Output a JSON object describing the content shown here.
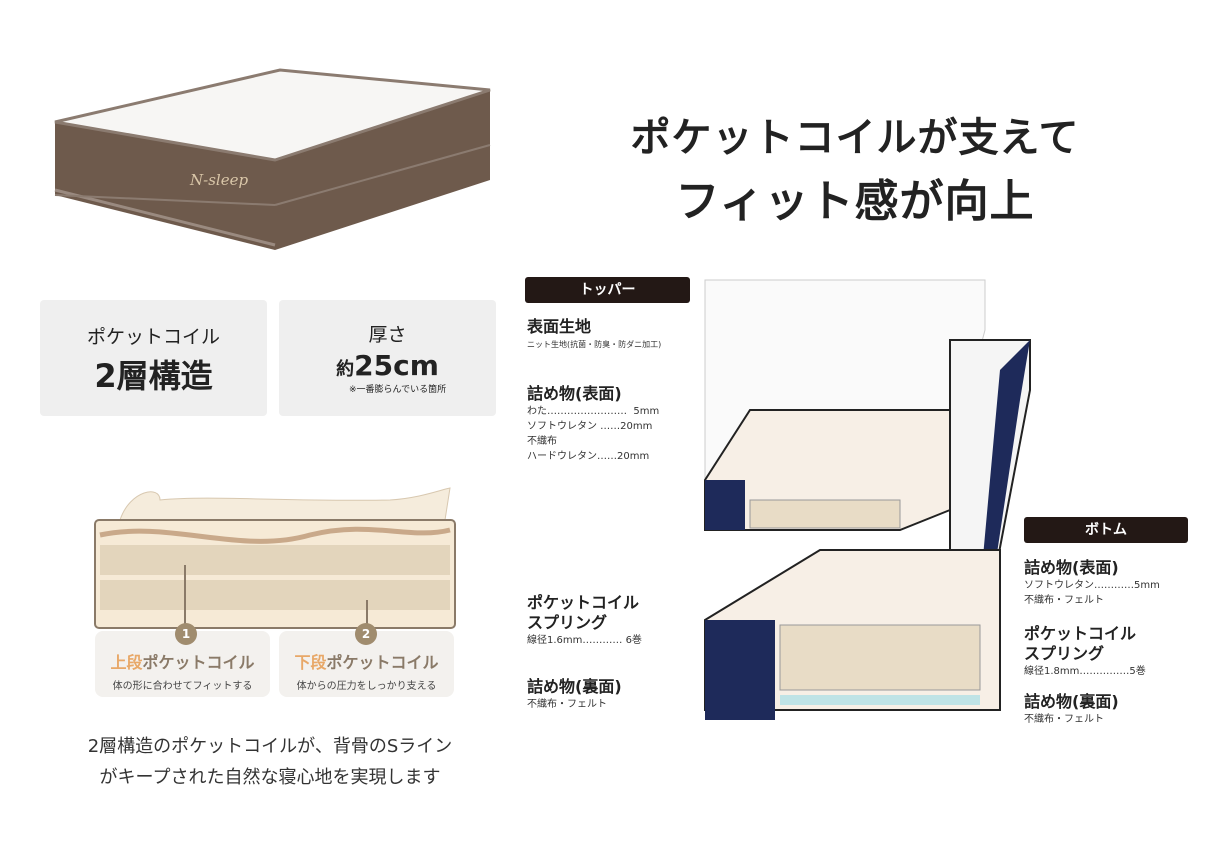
{
  "product": {
    "brand_logo": "N-sleep"
  },
  "headline": {
    "line1": "ポケットコイルが支えて",
    "line2": "フィット感が向上"
  },
  "features": [
    {
      "label": "ポケットコイル",
      "value": "2層構造"
    },
    {
      "label": "厚さ",
      "value_prefix": "約",
      "value": "25cm",
      "note": "※一番膨らんでいる箇所"
    }
  ],
  "layers_cards": [
    {
      "number": "1",
      "accent": "上段",
      "title": "ポケットコイル",
      "desc": "体の形に合わせてフィットする"
    },
    {
      "number": "2",
      "accent": "下段",
      "title": "ポケットコイル",
      "desc": "体からの圧力をしっかり支える"
    }
  ],
  "caption": {
    "line1": "2層構造のポケットコイルが、背骨のSライン",
    "line2": "がキープされた自然な寝心地を実現します"
  },
  "topper": {
    "tag": "トッパー",
    "items": [
      {
        "title": "表面生地",
        "detail": "ニット生地(抗菌・防臭・防ダニ加工)"
      },
      {
        "title": "詰め物(表面)",
        "detail": "わた……………………  5mm\nソフトウレタン ……20mm\n不織布\nハードウレタン……20mm"
      },
      {
        "title": "ポケットコイル\nスプリング",
        "detail": "線径1.6mm………… 6巻"
      },
      {
        "title": "詰め物(裏面)",
        "detail": "不織布・フェルト"
      }
    ]
  },
  "bottom": {
    "tag": "ボトム",
    "items": [
      {
        "title": "詰め物(表面)",
        "detail": "ソフトウレタン…………5mm\n不織布・フェルト"
      },
      {
        "title": "ポケットコイル\nスプリング",
        "detail": "線径1.8mm……………5巻"
      },
      {
        "title": "詰め物(裏面)",
        "detail": "不織布・フェルト"
      }
    ]
  },
  "colors": {
    "accent": "#e8a868",
    "tag_bg": "#231815",
    "navy": "#1e2a5a",
    "fabric": "#6e5a4c"
  }
}
